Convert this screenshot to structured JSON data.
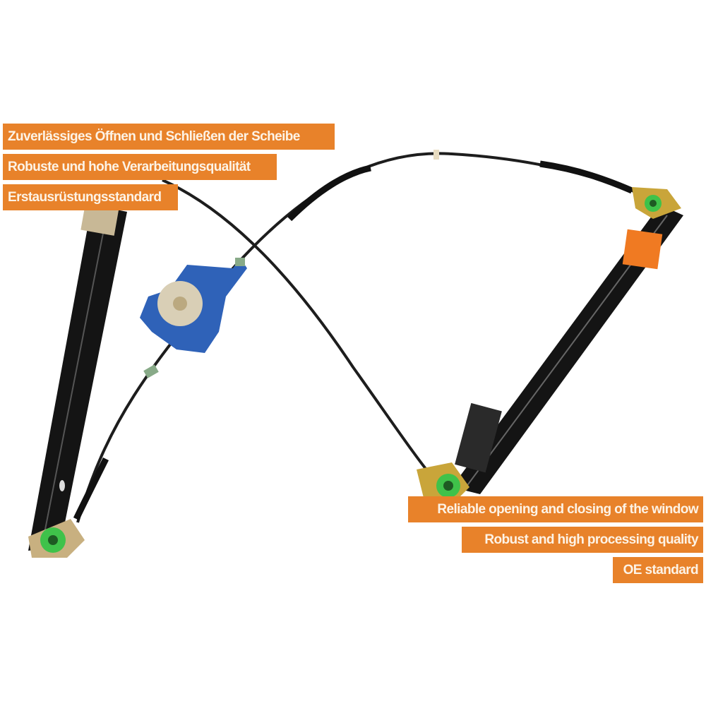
{
  "labels_de": [
    "Zuverlässiges Öffnen und Schließen der Scheibe",
    "Robuste und hohe Verarbeitungsqualität",
    "Erstausrüstungsstandard"
  ],
  "labels_en": [
    "Reliable opening and closing of the window",
    "Robust and high processing quality",
    "OE standard"
  ],
  "colors": {
    "label_bg": "#e8822a",
    "label_text": "#fdf3e6",
    "rail": "#141414",
    "motor": "#2f62b8",
    "pulley": "#3fc24a",
    "bracket": "#c9a53a",
    "clip": "#f07a22"
  }
}
